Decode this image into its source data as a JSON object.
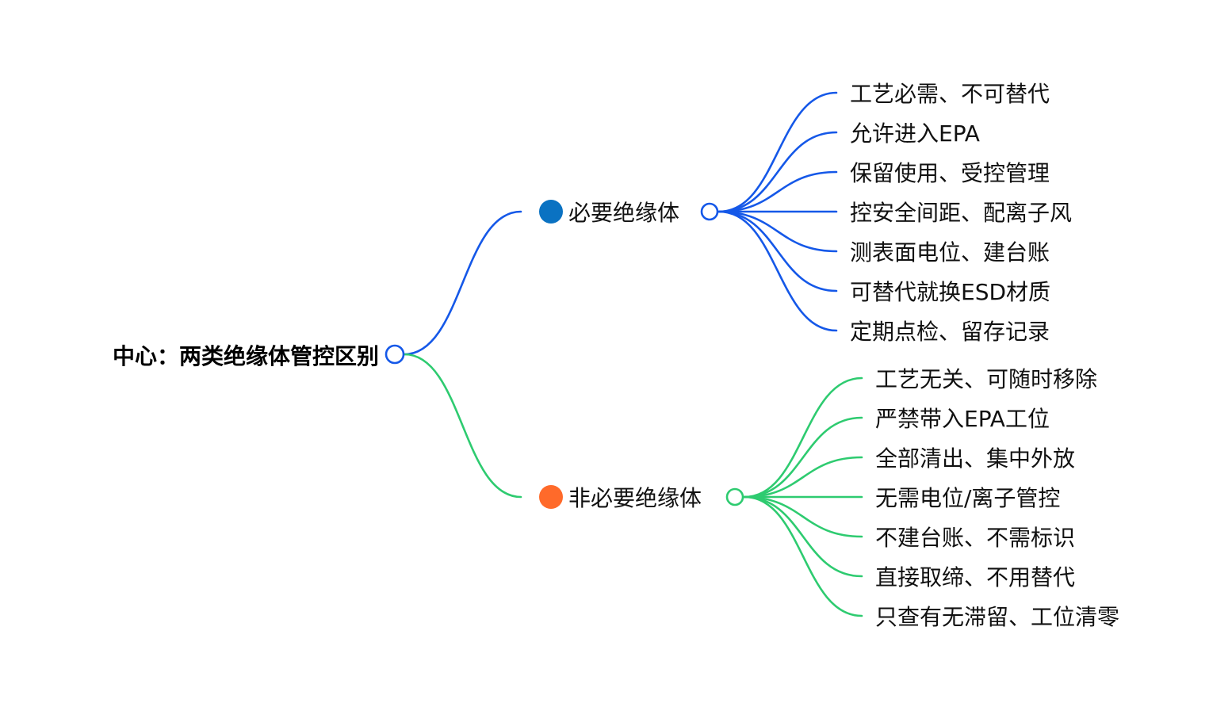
{
  "root": {
    "label": "中心：两类绝缘体管控区别"
  },
  "branches": [
    {
      "label": "必要绝缘体",
      "edge_color": "#1558e8",
      "dot_color": "#0a72c2",
      "leaves": [
        "工艺必需、不可替代",
        "允许进入EPA",
        "保留使用、受控管理",
        "控安全间距、配离子风",
        "测表面电位、建台账",
        "可替代就换ESD材质",
        "定期点检、留存记录"
      ]
    },
    {
      "label": "非必要绝缘体",
      "edge_color": "#2ecb70",
      "dot_color": "#ff6a2a",
      "leaves": [
        "工艺无关、可随时移除",
        "严禁带入EPA工位",
        "全部清出、集中外放",
        "无需电位/离子管控",
        "不建台账、不需标识",
        "直接取缔、不用替代",
        "只查有无滞留、工位清零"
      ]
    }
  ]
}
